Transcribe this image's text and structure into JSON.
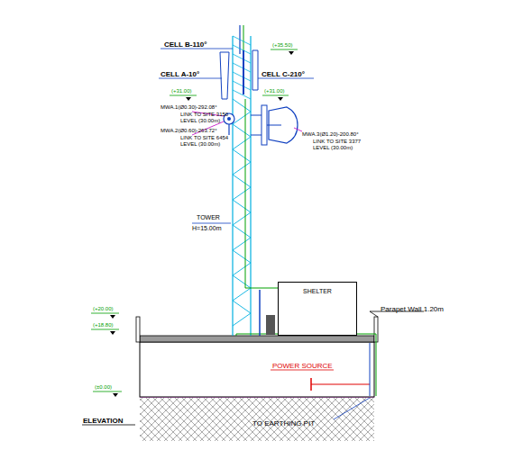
{
  "diagram": {
    "nodes": [
      {
        "text": [
          "SHELTER"
        ]
      }
    ],
    "labels": [
      "CELL B-110°",
      "(+35.50)",
      "CELL A-10°",
      "CELL C-210°",
      "(+31.00)",
      "(+31.00)",
      "MWA.1(Ø0.30)-292.08°",
      "LINK TO SITE 3150",
      "LEVEL (30.00m)",
      "MWA.2(Ø0.60)-263.72°",
      "LINK TO SITE 6454",
      "LEVEL (30.00m)",
      "MWA.3(Ø1.20)-200.80°",
      "LINK TO SITE 3377",
      "LEVEL (30.00m)",
      "TOWER",
      "H=15.00m",
      "Parapet Wall 1.20m",
      "(+20.00)",
      "(+18.80)",
      "POWER SOURCE",
      "(±0.00)",
      "TO EARTHING PIT",
      "ELEVATION"
    ]
  }
}
